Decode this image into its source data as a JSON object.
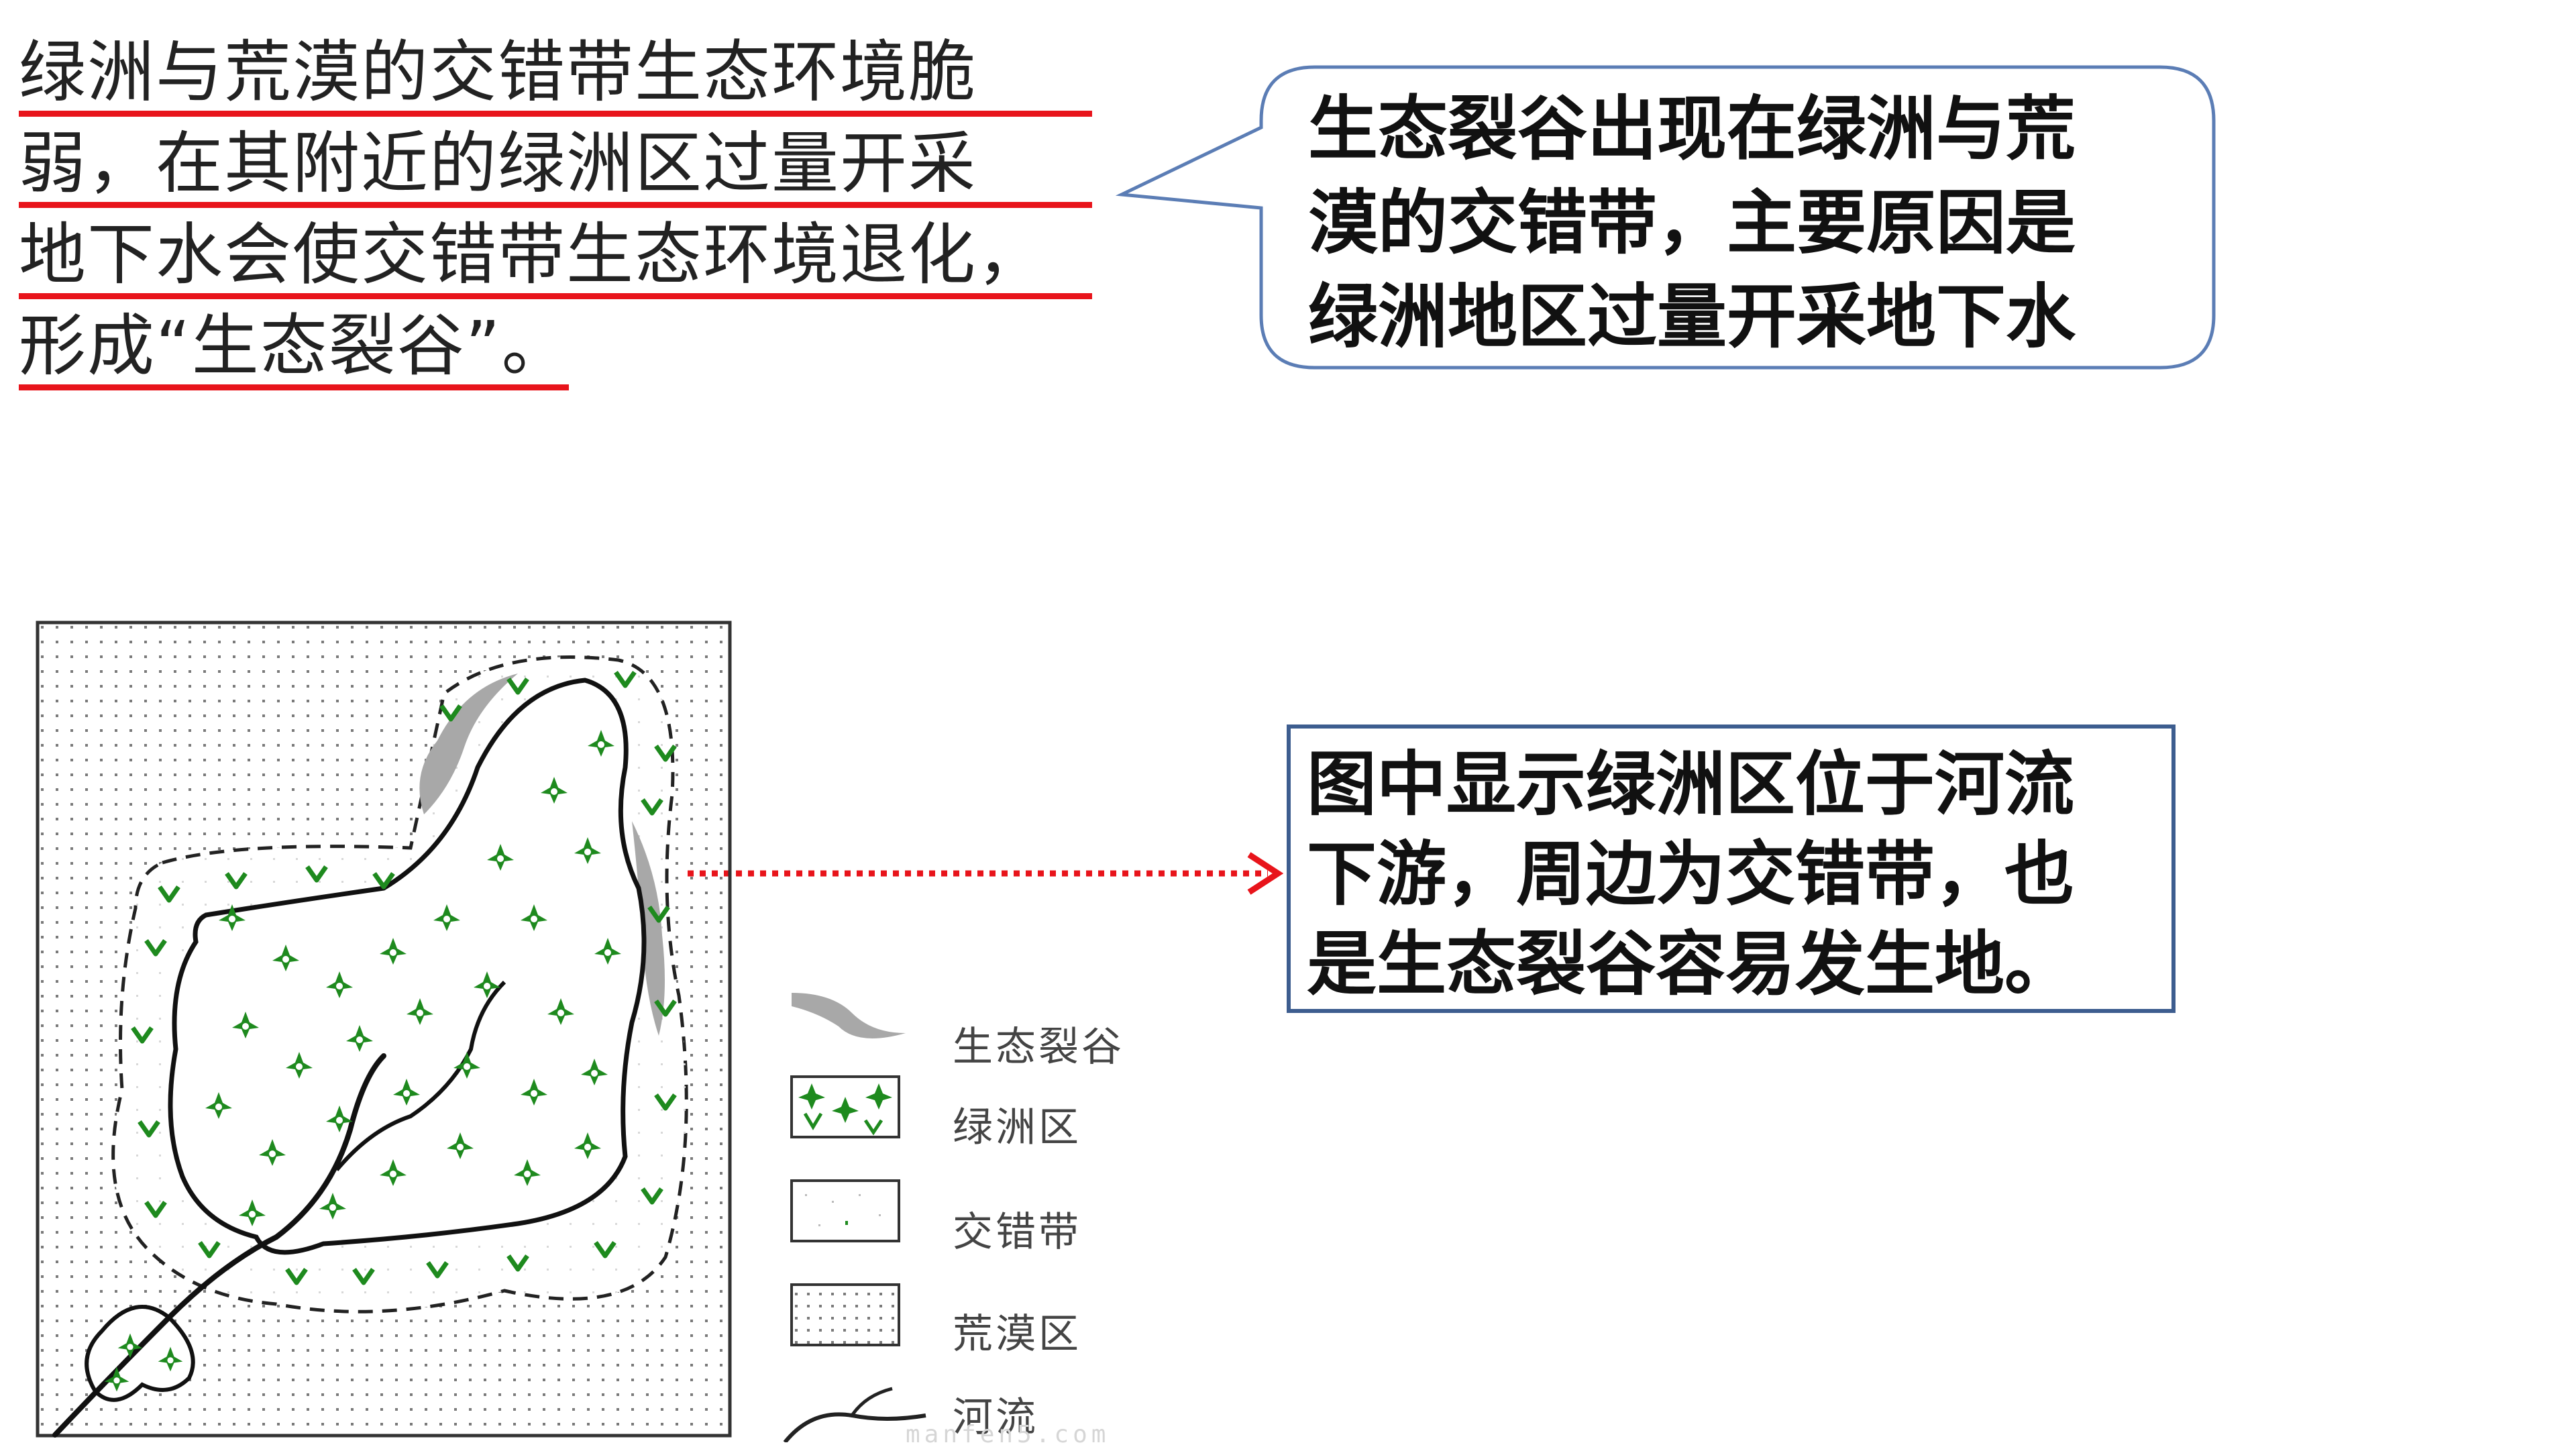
{
  "paragraph": {
    "lines": [
      "绿洲与荒漠的交错带生态环境脆",
      "弱，在其附近的绿洲区过量开采",
      "地下水会使交错带生态环境退化，",
      "形成“生态裂谷”。"
    ],
    "underline_color": "#e8141b"
  },
  "callout": {
    "lines": [
      "生态裂谷出现在绿洲与荒",
      "漠的交错带，主要原因是",
      "绿洲地区过量开采地下水"
    ],
    "border_color": "#5b7db5"
  },
  "info_box": {
    "lines": [
      "图中显示绿洲区位于河流",
      "下游，周边为交错带，也",
      "是生态裂谷容易发生地。"
    ],
    "border_color": "#3d5d8f",
    "arrow_color": "#e8141b"
  },
  "legend": {
    "items": [
      {
        "icon": "rift-icon",
        "label": "生态裂谷"
      },
      {
        "icon": "oasis-icon",
        "label": "绿洲区"
      },
      {
        "icon": "ecotone-icon",
        "label": "交错带"
      },
      {
        "icon": "desert-icon",
        "label": "荒漠区"
      },
      {
        "icon": "river-icon",
        "label": "河流"
      }
    ]
  },
  "colors": {
    "oasis_green": "#1e8a1e",
    "rift_gray": "#a8a8a8"
  },
  "watermark": "manfen5.com"
}
